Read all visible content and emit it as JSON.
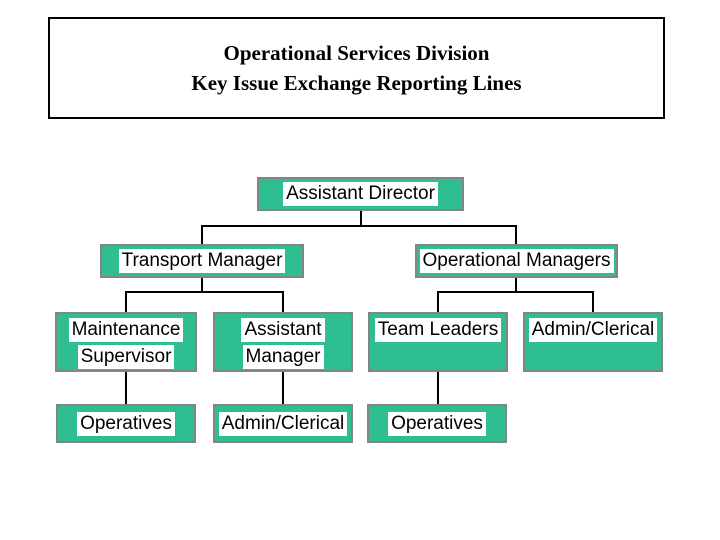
{
  "title": {
    "line1": "Operational Services Division",
    "line2": "Key Issue Exchange Reporting Lines"
  },
  "colors": {
    "node_fill": "#2ebe91",
    "node_border": "#848484",
    "label_background": "#ffffff",
    "label_text": "#000000",
    "connector": "#000000",
    "title_border": "#000000",
    "background": "#ffffff"
  },
  "nodes": {
    "assistant_director": {
      "label": "Assistant Director",
      "reports_to": null
    },
    "transport_manager": {
      "label": "Transport Manager",
      "reports_to": "Assistant Director"
    },
    "operational_managers": {
      "label": "Operational Managers",
      "reports_to": "Assistant Director"
    },
    "maintenance_supervisor": {
      "label": "Maintenance Supervisor",
      "line1": "Maintenance",
      "line2": "Supervisor",
      "reports_to": "Transport Manager"
    },
    "assistant_manager": {
      "label": "Assistant Manager",
      "line1": "Assistant",
      "line2": "Manager",
      "reports_to": "Transport Manager"
    },
    "team_leaders": {
      "label": "Team Leaders",
      "reports_to": "Operational Managers"
    },
    "admin_clerical_ops": {
      "label": "Admin/Clerical",
      "reports_to": "Operational Managers"
    },
    "operatives_maintenance": {
      "label": "Operatives",
      "reports_to": "Maintenance Supervisor"
    },
    "admin_clerical_transport": {
      "label": "Admin/Clerical",
      "reports_to": "Assistant Manager"
    },
    "operatives_team": {
      "label": "Operatives",
      "reports_to": "Team Leaders"
    }
  }
}
